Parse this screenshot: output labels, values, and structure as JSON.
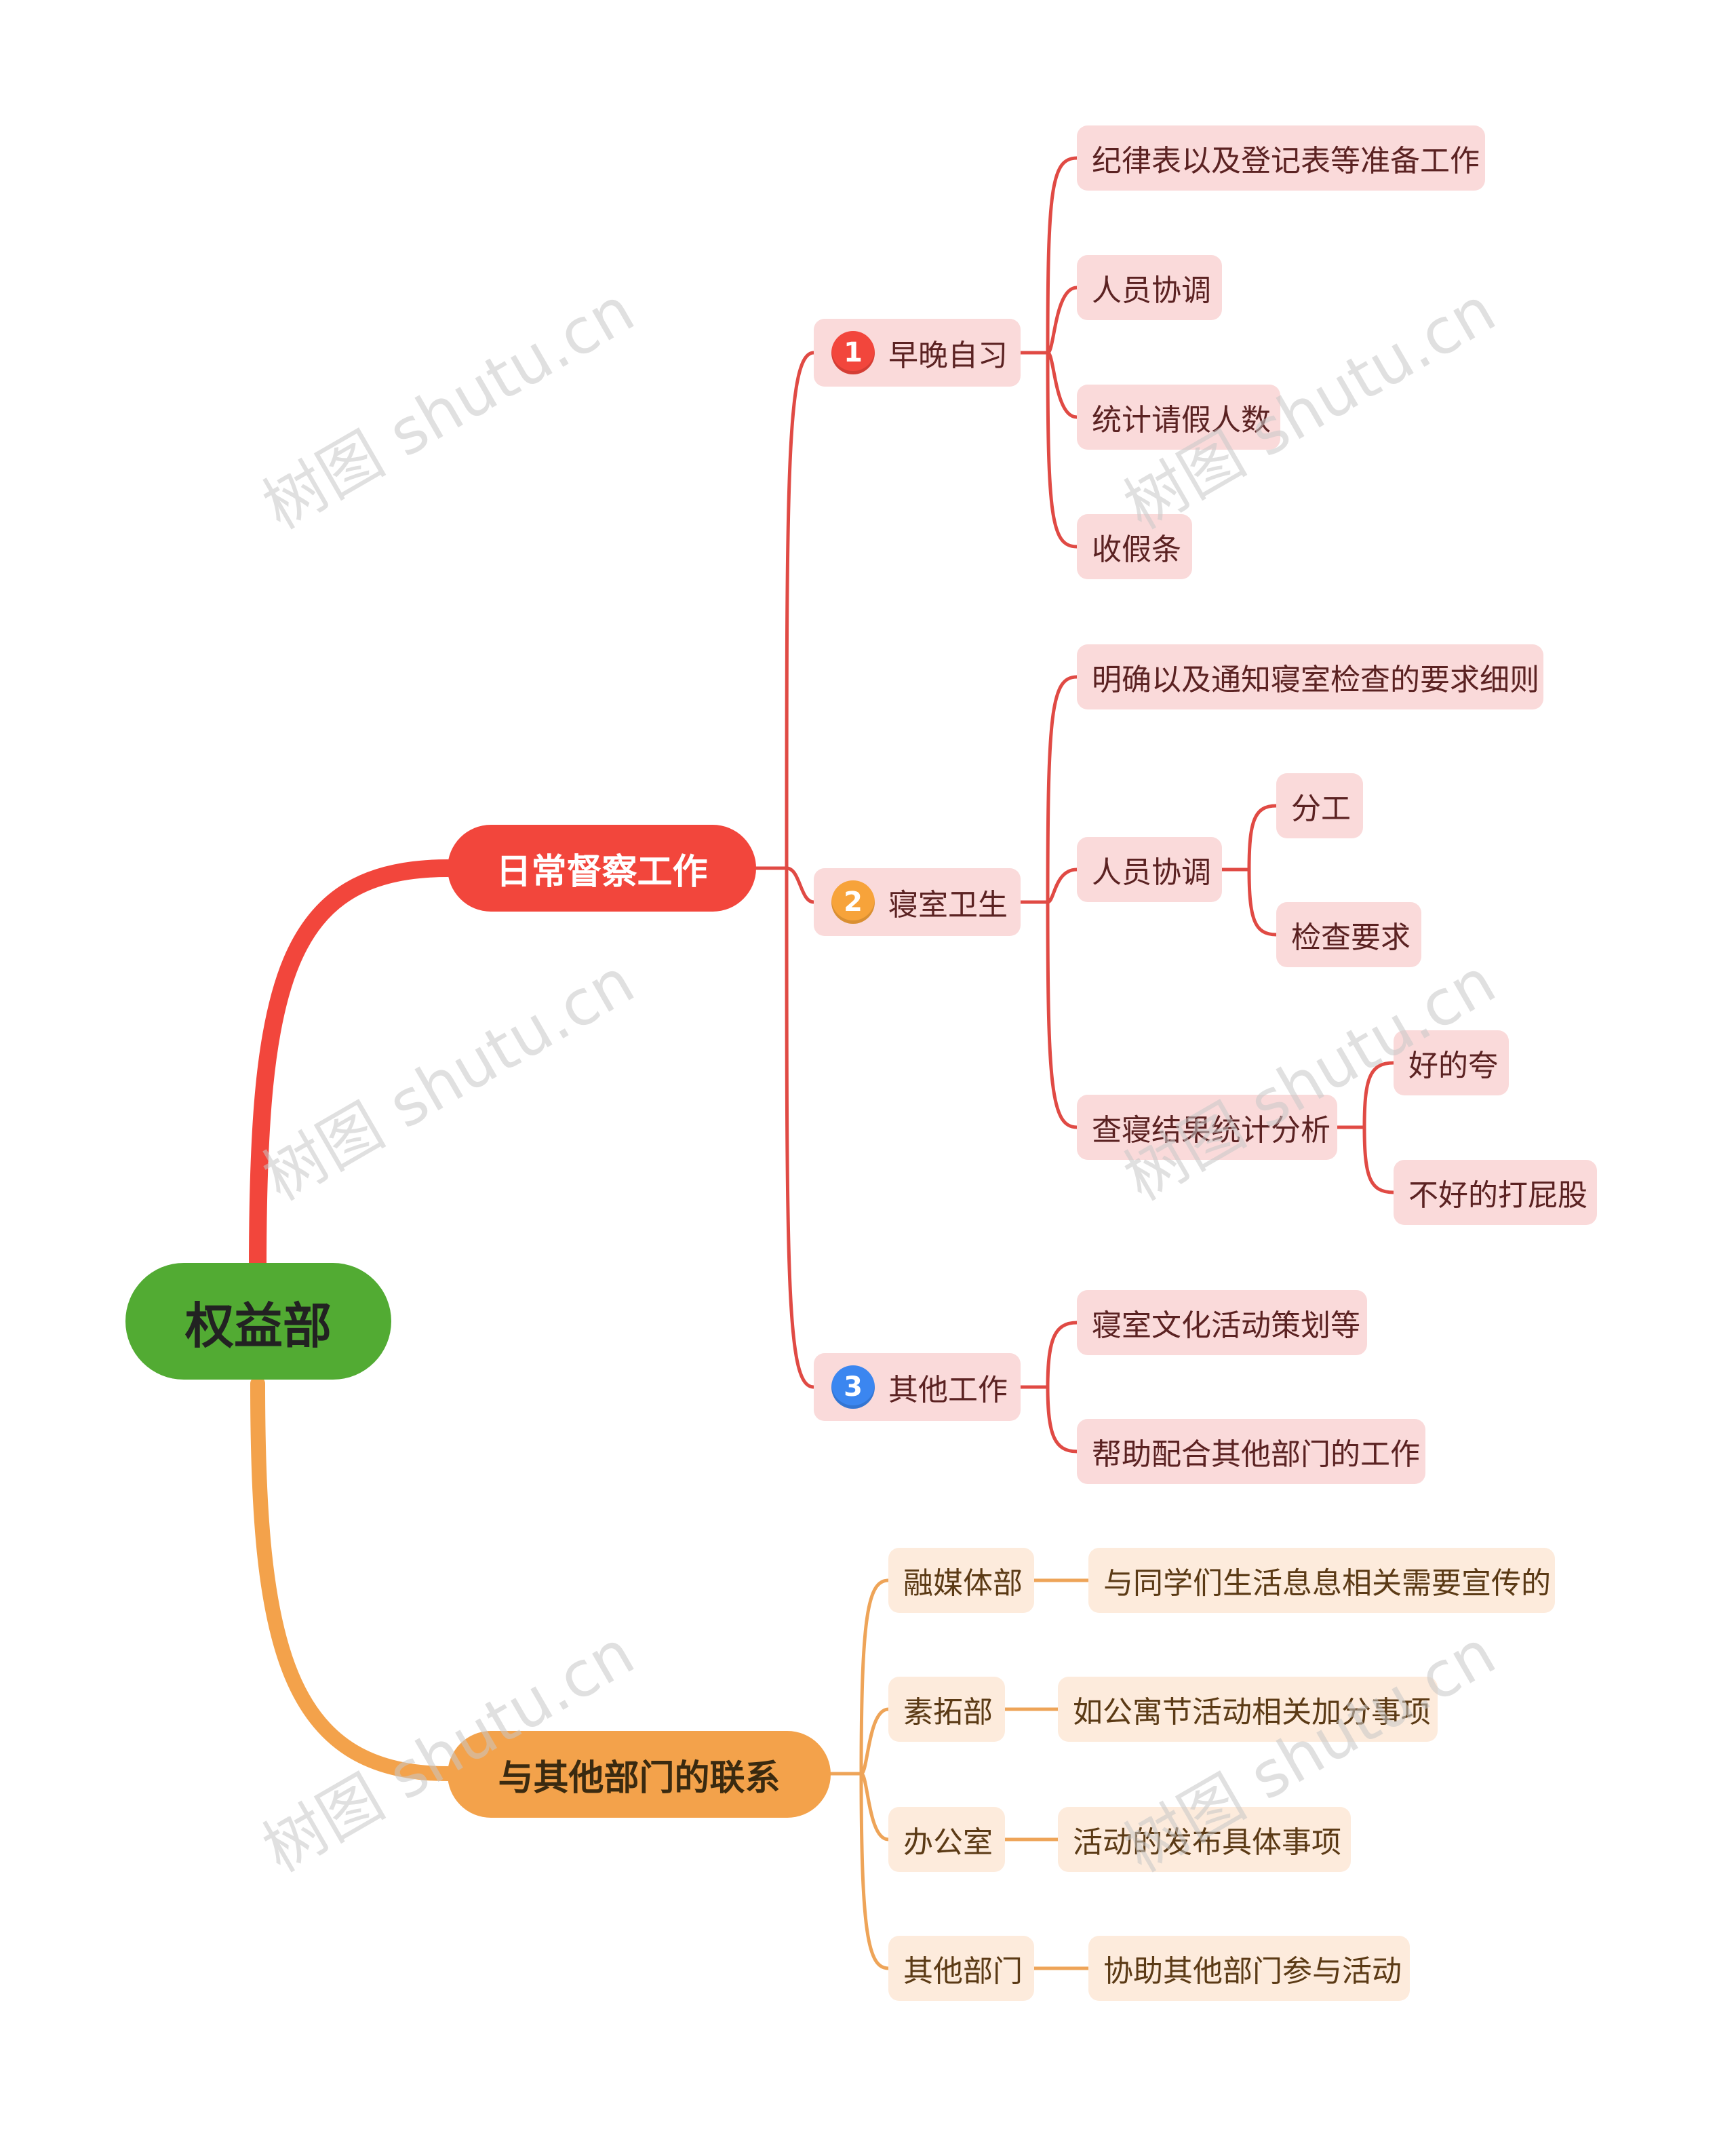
{
  "colors": {
    "root": "#52ab33",
    "branch_red": "#f2463c",
    "branch_orange": "#f3a24b",
    "badge1": "#f2463c",
    "badge2": "#f7a33a",
    "badge3": "#3b86f0"
  },
  "root": {
    "label": "权益部"
  },
  "branch1": {
    "label": "日常督察工作",
    "children": [
      {
        "badge": "1",
        "label": "早晚自习",
        "children": [
          "纪律表以及登记表等准备工作",
          "人员协调",
          "统计请假人数",
          "收假条"
        ]
      },
      {
        "badge": "2",
        "label": "寝室卫生",
        "children": [
          {
            "label": "明确以及通知寝室检查的要求细则"
          },
          {
            "label": "人员协调",
            "children": [
              "分工",
              "检查要求"
            ]
          },
          {
            "label": "查寝结果统计分析",
            "children": [
              "好的夸",
              "不好的打屁股"
            ]
          }
        ]
      },
      {
        "badge": "3",
        "label": "其他工作",
        "children": [
          "寝室文化活动策划等",
          "帮助配合其他部门的工作"
        ]
      }
    ]
  },
  "branch2": {
    "label": "与其他部门的联系",
    "children": [
      {
        "label": "融媒体部",
        "child": "与同学们生活息息相关需要宣传的"
      },
      {
        "label": "素拓部",
        "child": "如公寓节活动相关加分事项"
      },
      {
        "label": "办公室",
        "child": "活动的发布具体事项"
      },
      {
        "label": "其他部门",
        "child": "协助其他部门参与活动"
      }
    ]
  },
  "watermark": "树图 shutu.cn"
}
